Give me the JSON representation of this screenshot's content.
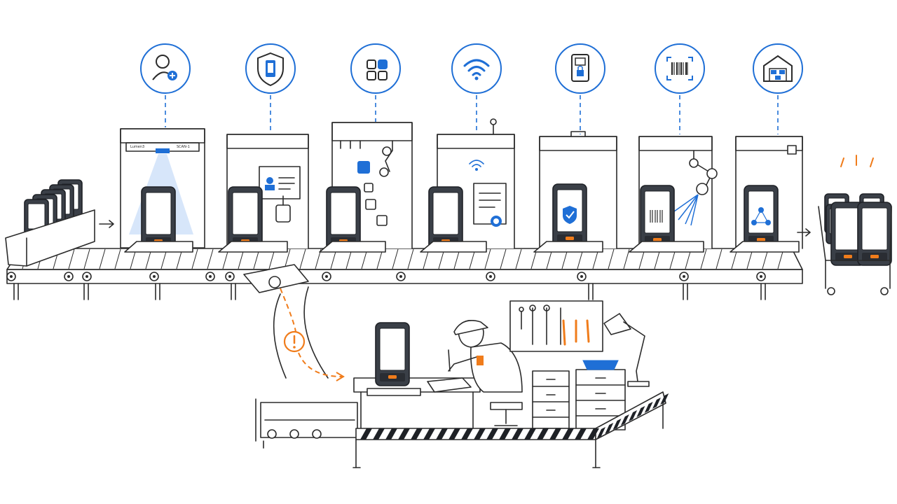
{
  "diagram": {
    "stations": [
      {
        "id": "enroll",
        "icon": "user-add-icon"
      },
      {
        "id": "security",
        "icon": "shield-device-icon"
      },
      {
        "id": "apps",
        "icon": "app-grid-icon"
      },
      {
        "id": "network",
        "icon": "wifi-icon"
      },
      {
        "id": "lock",
        "icon": "locked-device-icon"
      },
      {
        "id": "scan",
        "icon": "barcode-icon"
      },
      {
        "id": "warehouse",
        "icon": "warehouse-icon"
      }
    ],
    "scanner_label_left": "Lumen3",
    "scanner_label_right": "SCAN-1",
    "alert_icon": "exclamation-icon",
    "colors": {
      "accent": "#1f6fd6",
      "alert": "#f07c1b",
      "device": "#3a3f47",
      "line": "#2b2b2b"
    }
  }
}
